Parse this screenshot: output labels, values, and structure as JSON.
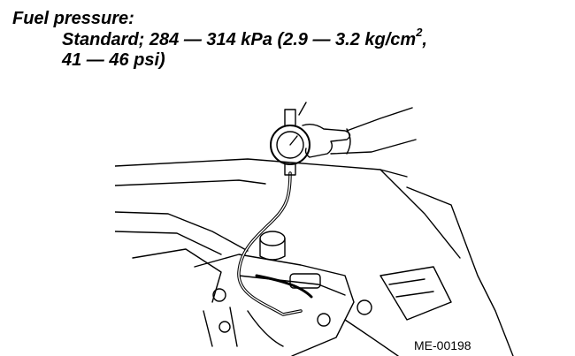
{
  "spec": {
    "heading": "Fuel pressure:",
    "line1_prefix": "Standard; 284 — 314 kPa (2.9 — 3.2 kg/cm",
    "line1_superscript": "2",
    "line1_suffix": ",",
    "line2": "41 — 46 psi)"
  },
  "figure": {
    "code": "ME-00198"
  }
}
